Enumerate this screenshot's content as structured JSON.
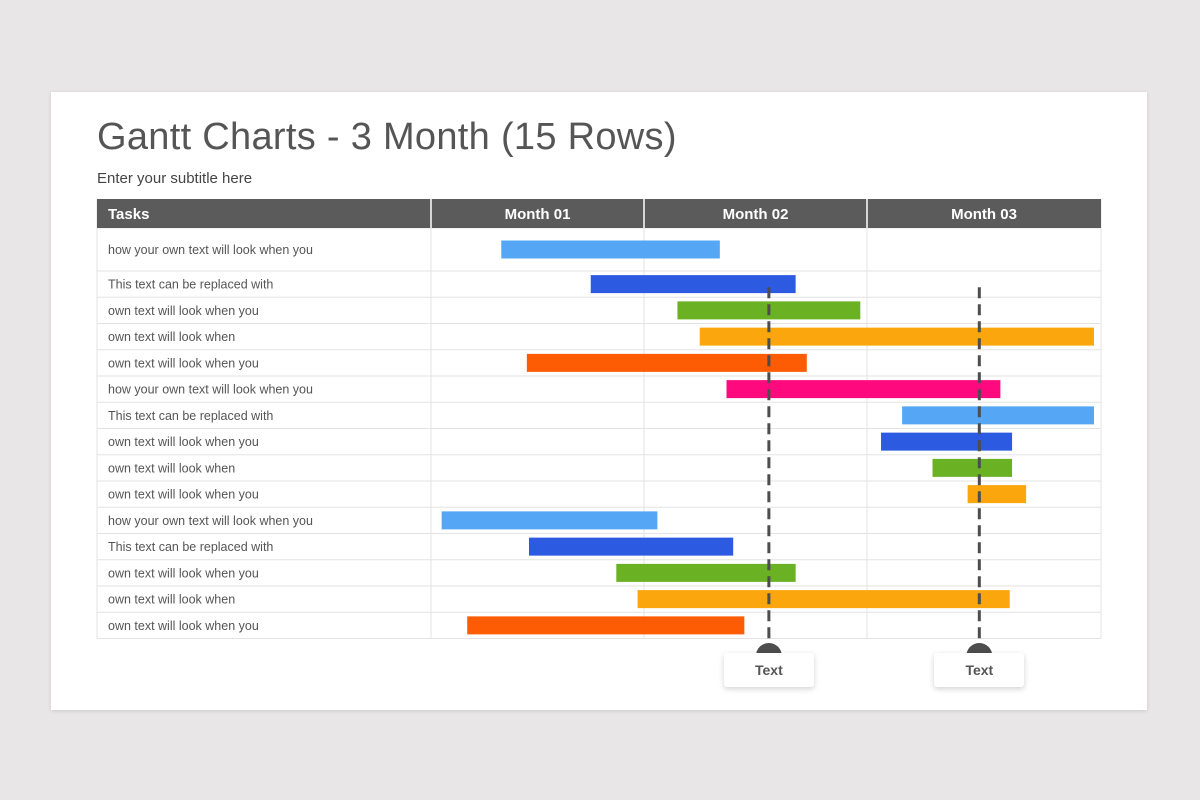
{
  "title": "Gantt Charts - 3 Month (15 Rows)",
  "subtitle": "Enter your subtitle here",
  "colors": {
    "header_bg": "#5b5b5b",
    "header_text": "#ffffff",
    "light_blue": "#55a7f5",
    "blue": "#2c5ae0",
    "green": "#6ab124",
    "orange": "#fba60d",
    "red_orange": "#fd5c05",
    "pink": "#ff0a7e",
    "marker": "#4d4d4d"
  },
  "chart_data": {
    "type": "gantt",
    "tasks_header": "Tasks",
    "periods": [
      "Month 01",
      "Month 02",
      "Month 03"
    ],
    "tasks": [
      {
        "label": "how your own text will look when you",
        "start": 0.33,
        "end": 1.34,
        "color": "light_blue"
      },
      {
        "label": "This text can be replaced with",
        "start": 0.75,
        "end": 1.68,
        "color": "blue"
      },
      {
        "label": "own text will look when you",
        "start": 1.15,
        "end": 1.97,
        "color": "green"
      },
      {
        "label": "own text will look when",
        "start": 1.25,
        "end": 2.97,
        "color": "orange"
      },
      {
        "label": "own text will look when you",
        "start": 0.45,
        "end": 1.73,
        "color": "red_orange"
      },
      {
        "label": "how your own text will look when you",
        "start": 1.37,
        "end": 2.57,
        "color": "pink"
      },
      {
        "label": "This text can be replaced with",
        "start": 2.15,
        "end": 2.97,
        "color": "light_blue"
      },
      {
        "label": "own text will look when you",
        "start": 2.06,
        "end": 2.62,
        "color": "blue"
      },
      {
        "label": "own text will look when",
        "start": 2.28,
        "end": 2.62,
        "color": "green"
      },
      {
        "label": "own text will look when you",
        "start": 2.43,
        "end": 2.68,
        "color": "orange"
      },
      {
        "label": "how your own text will look when you",
        "start": 0.05,
        "end": 1.06,
        "color": "light_blue"
      },
      {
        "label": "This text can be replaced with",
        "start": 0.46,
        "end": 1.4,
        "color": "blue"
      },
      {
        "label": "own text will look when you",
        "start": 0.87,
        "end": 1.68,
        "color": "green"
      },
      {
        "label": "own text will look when",
        "start": 0.97,
        "end": 2.61,
        "color": "orange"
      },
      {
        "label": "own text will look when you",
        "start": 0.17,
        "end": 1.45,
        "color": "red_orange"
      }
    ],
    "markers": [
      {
        "position": 1.56,
        "label": "Text"
      },
      {
        "position": 2.48,
        "label": "Text"
      }
    ]
  }
}
